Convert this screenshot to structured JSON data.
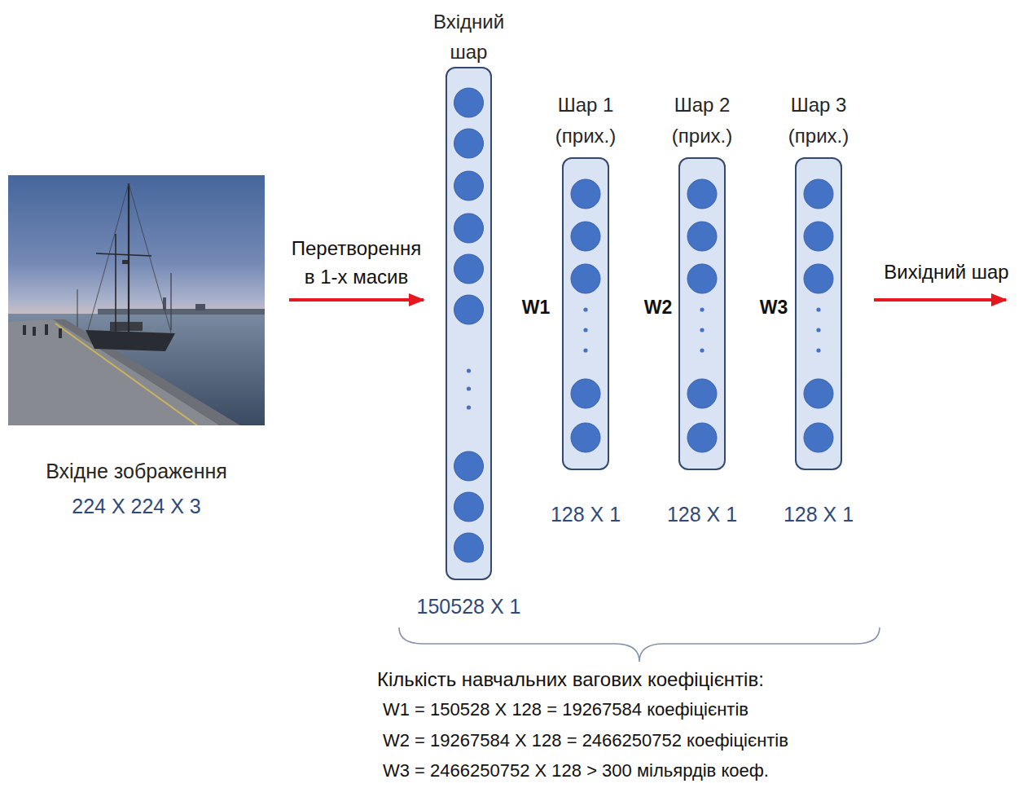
{
  "diagram": {
    "nodes": [
      {
        "text": [
          "Вхідне зображення",
          "224 X 224 X 3"
        ]
      },
      {
        "text": [
          "Вхідний шар",
          "150528 X 1"
        ]
      },
      {
        "text": [
          "Шар 1 (прих.)",
          "128 X 1"
        ]
      },
      {
        "text": [
          "Шар 2 (прих.)",
          "128 X 1"
        ]
      },
      {
        "text": [
          "Шар 3 (прих.)",
          "128 X 1"
        ]
      }
    ],
    "edges": [
      {
        "from": 0,
        "to": 1,
        "arrow": "to",
        "label": "Перетворення в 1-х масив"
      }
    ],
    "labels": [
      "W1",
      "W2",
      "W3",
      "Вихідний шар",
      "Кількість навчальних вагових коефіцієнтів:",
      "W1 = 150528 X 128 = 19267584 коефіцієнтів",
      "W2 = 19267584 X 128 = 2466250752 коефіцієнтів",
      "W3 = 2466250752 X 128 > 300 мільярдів коеф."
    ]
  }
}
